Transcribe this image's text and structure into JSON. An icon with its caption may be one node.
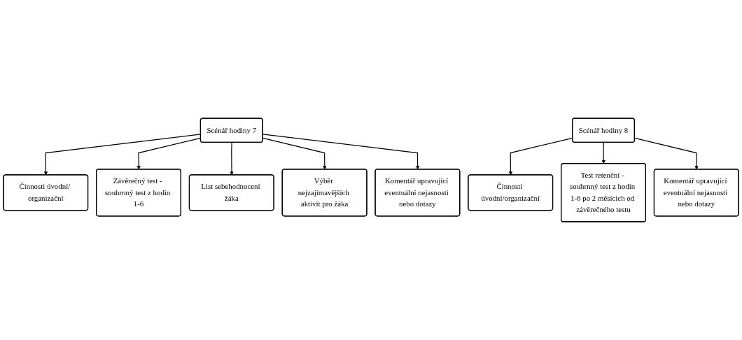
{
  "diagram": {
    "nodes": [
      {
        "text": [
          "Scénář hodiny 7"
        ]
      },
      {
        "text": [
          "Činnosti úvodní/ organizační"
        ]
      },
      {
        "text": [
          "Závěrečný test - souhrnný test z hodin 1-6"
        ]
      },
      {
        "text": [
          "List sebehodnocení žáka"
        ]
      },
      {
        "text": [
          "Výběr nejzajímavějších aktivit pro žáka"
        ]
      },
      {
        "text": [
          "Komentář upravující eventuální nejasnosti nebo dotazy"
        ]
      },
      {
        "text": [
          "Scénář hodiny 8"
        ]
      },
      {
        "text": [
          "Činnosti úvodní/organizační"
        ]
      },
      {
        "text": [
          "Test retenční - souhrnný test z hodin 1-6 po 2 měsících od závěrečného testu"
        ]
      },
      {
        "text": [
          "Komentář upravující eventuální nejasnosti nebo dotazy"
        ]
      }
    ],
    "edges": [
      {
        "from": 0,
        "to": 1,
        "arrow": "to"
      },
      {
        "from": 0,
        "to": 2,
        "arrow": "to"
      },
      {
        "from": 0,
        "to": 3,
        "arrow": "to"
      },
      {
        "from": 0,
        "to": 4,
        "arrow": "to"
      },
      {
        "from": 0,
        "to": 5,
        "arrow": "to"
      },
      {
        "from": 6,
        "to": 7,
        "arrow": "to"
      },
      {
        "from": 6,
        "to": 8,
        "arrow": "to"
      },
      {
        "from": 6,
        "to": 9,
        "arrow": "to"
      }
    ]
  }
}
